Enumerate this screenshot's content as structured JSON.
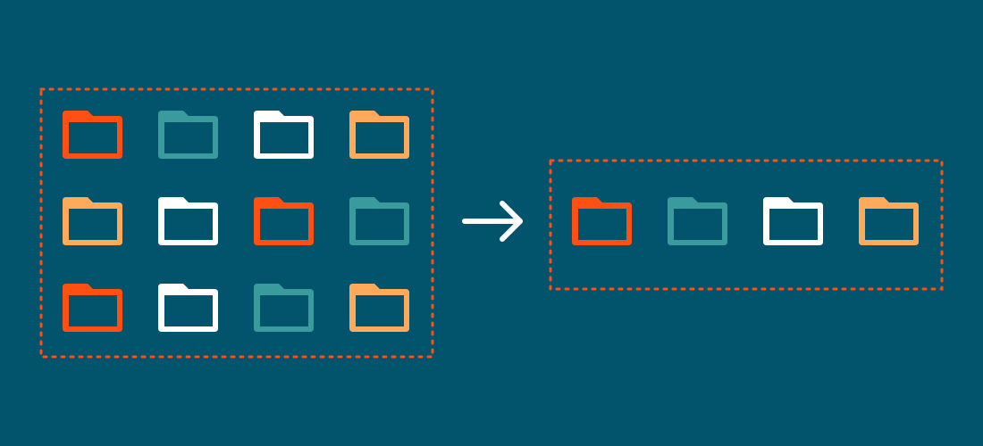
{
  "background": "#01546b",
  "border_color": "#ff5014",
  "arrow_color": "#ffffff",
  "palette": {
    "orange": "#ff5014",
    "teal": "#3a9b9c",
    "white": "#ffffff",
    "light-orange": "#ffaa5a"
  },
  "source_group": {
    "rows": [
      [
        "orange",
        "teal",
        "white",
        "light-orange"
      ],
      [
        "light-orange",
        "white",
        "orange",
        "teal"
      ],
      [
        "orange",
        "white",
        "teal",
        "light-orange"
      ]
    ]
  },
  "result_group": {
    "rows": [
      [
        "orange",
        "teal",
        "white",
        "light-orange"
      ]
    ]
  }
}
